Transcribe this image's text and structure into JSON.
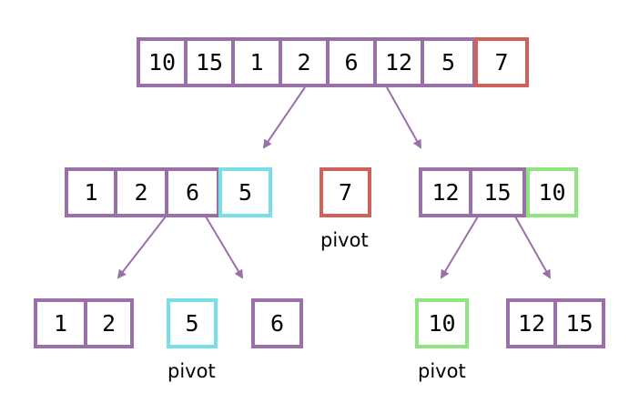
{
  "colors": {
    "array_border": "#9a70a8",
    "pivot_root": "#d0605a",
    "pivot_left": "#78dfe6",
    "pivot_right": "#8fe480",
    "arrow": "#9a70a8"
  },
  "root": {
    "values": [
      "10",
      "15",
      "1",
      "2",
      "6",
      "12",
      "5"
    ],
    "pivot": "7"
  },
  "level2": {
    "left": {
      "values": [
        "1",
        "2",
        "6"
      ],
      "pivot": "5"
    },
    "pivot": "7",
    "pivot_label": "pivot",
    "right": {
      "values": [
        "12",
        "15"
      ],
      "pivot": "10"
    }
  },
  "level3": {
    "left_left": [
      "1",
      "2"
    ],
    "left_pivot": "5",
    "left_pivot_label": "pivot",
    "left_right": [
      "6"
    ],
    "right_pivot": "10",
    "right_pivot_label": "pivot",
    "right_right": [
      "12",
      "15"
    ]
  }
}
